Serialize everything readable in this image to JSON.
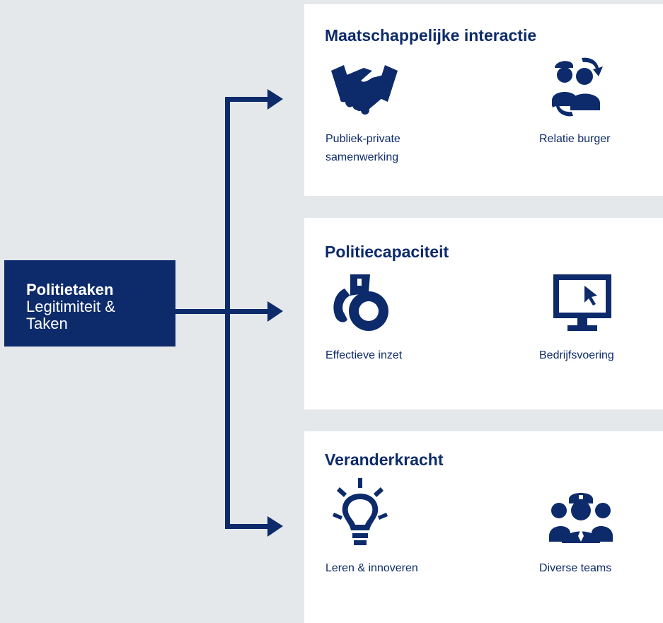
{
  "colors": {
    "navy": "#0d2b6b",
    "background": "#e4e8ea",
    "panel": "#ffffff"
  },
  "root": {
    "title": "Politietaken",
    "subtitle_line1": "Legitimiteit &",
    "subtitle_line2": "Taken"
  },
  "panels": [
    {
      "title": "Maatschappelijke interactie",
      "items": [
        {
          "label_line1": "Publiek-private",
          "label_line2": "samenwerking",
          "icon": "handshake-icon"
        },
        {
          "label_line1": "Relatie burger",
          "label_line2": "",
          "icon": "citizen-relation-icon"
        }
      ]
    },
    {
      "title": "Politiecapaciteit",
      "items": [
        {
          "label_line1": "Effectieve inzet",
          "label_line2": "",
          "icon": "handcuffs-icon"
        },
        {
          "label_line1": "Bedrijfsvoering",
          "label_line2": "",
          "icon": "monitor-cursor-icon"
        }
      ]
    },
    {
      "title": "Veranderkracht",
      "items": [
        {
          "label_line1": "Leren & innoveren",
          "label_line2": "",
          "icon": "lightbulb-icon"
        },
        {
          "label_line1": "Diverse teams",
          "label_line2": "",
          "icon": "team-icon"
        }
      ]
    }
  ]
}
